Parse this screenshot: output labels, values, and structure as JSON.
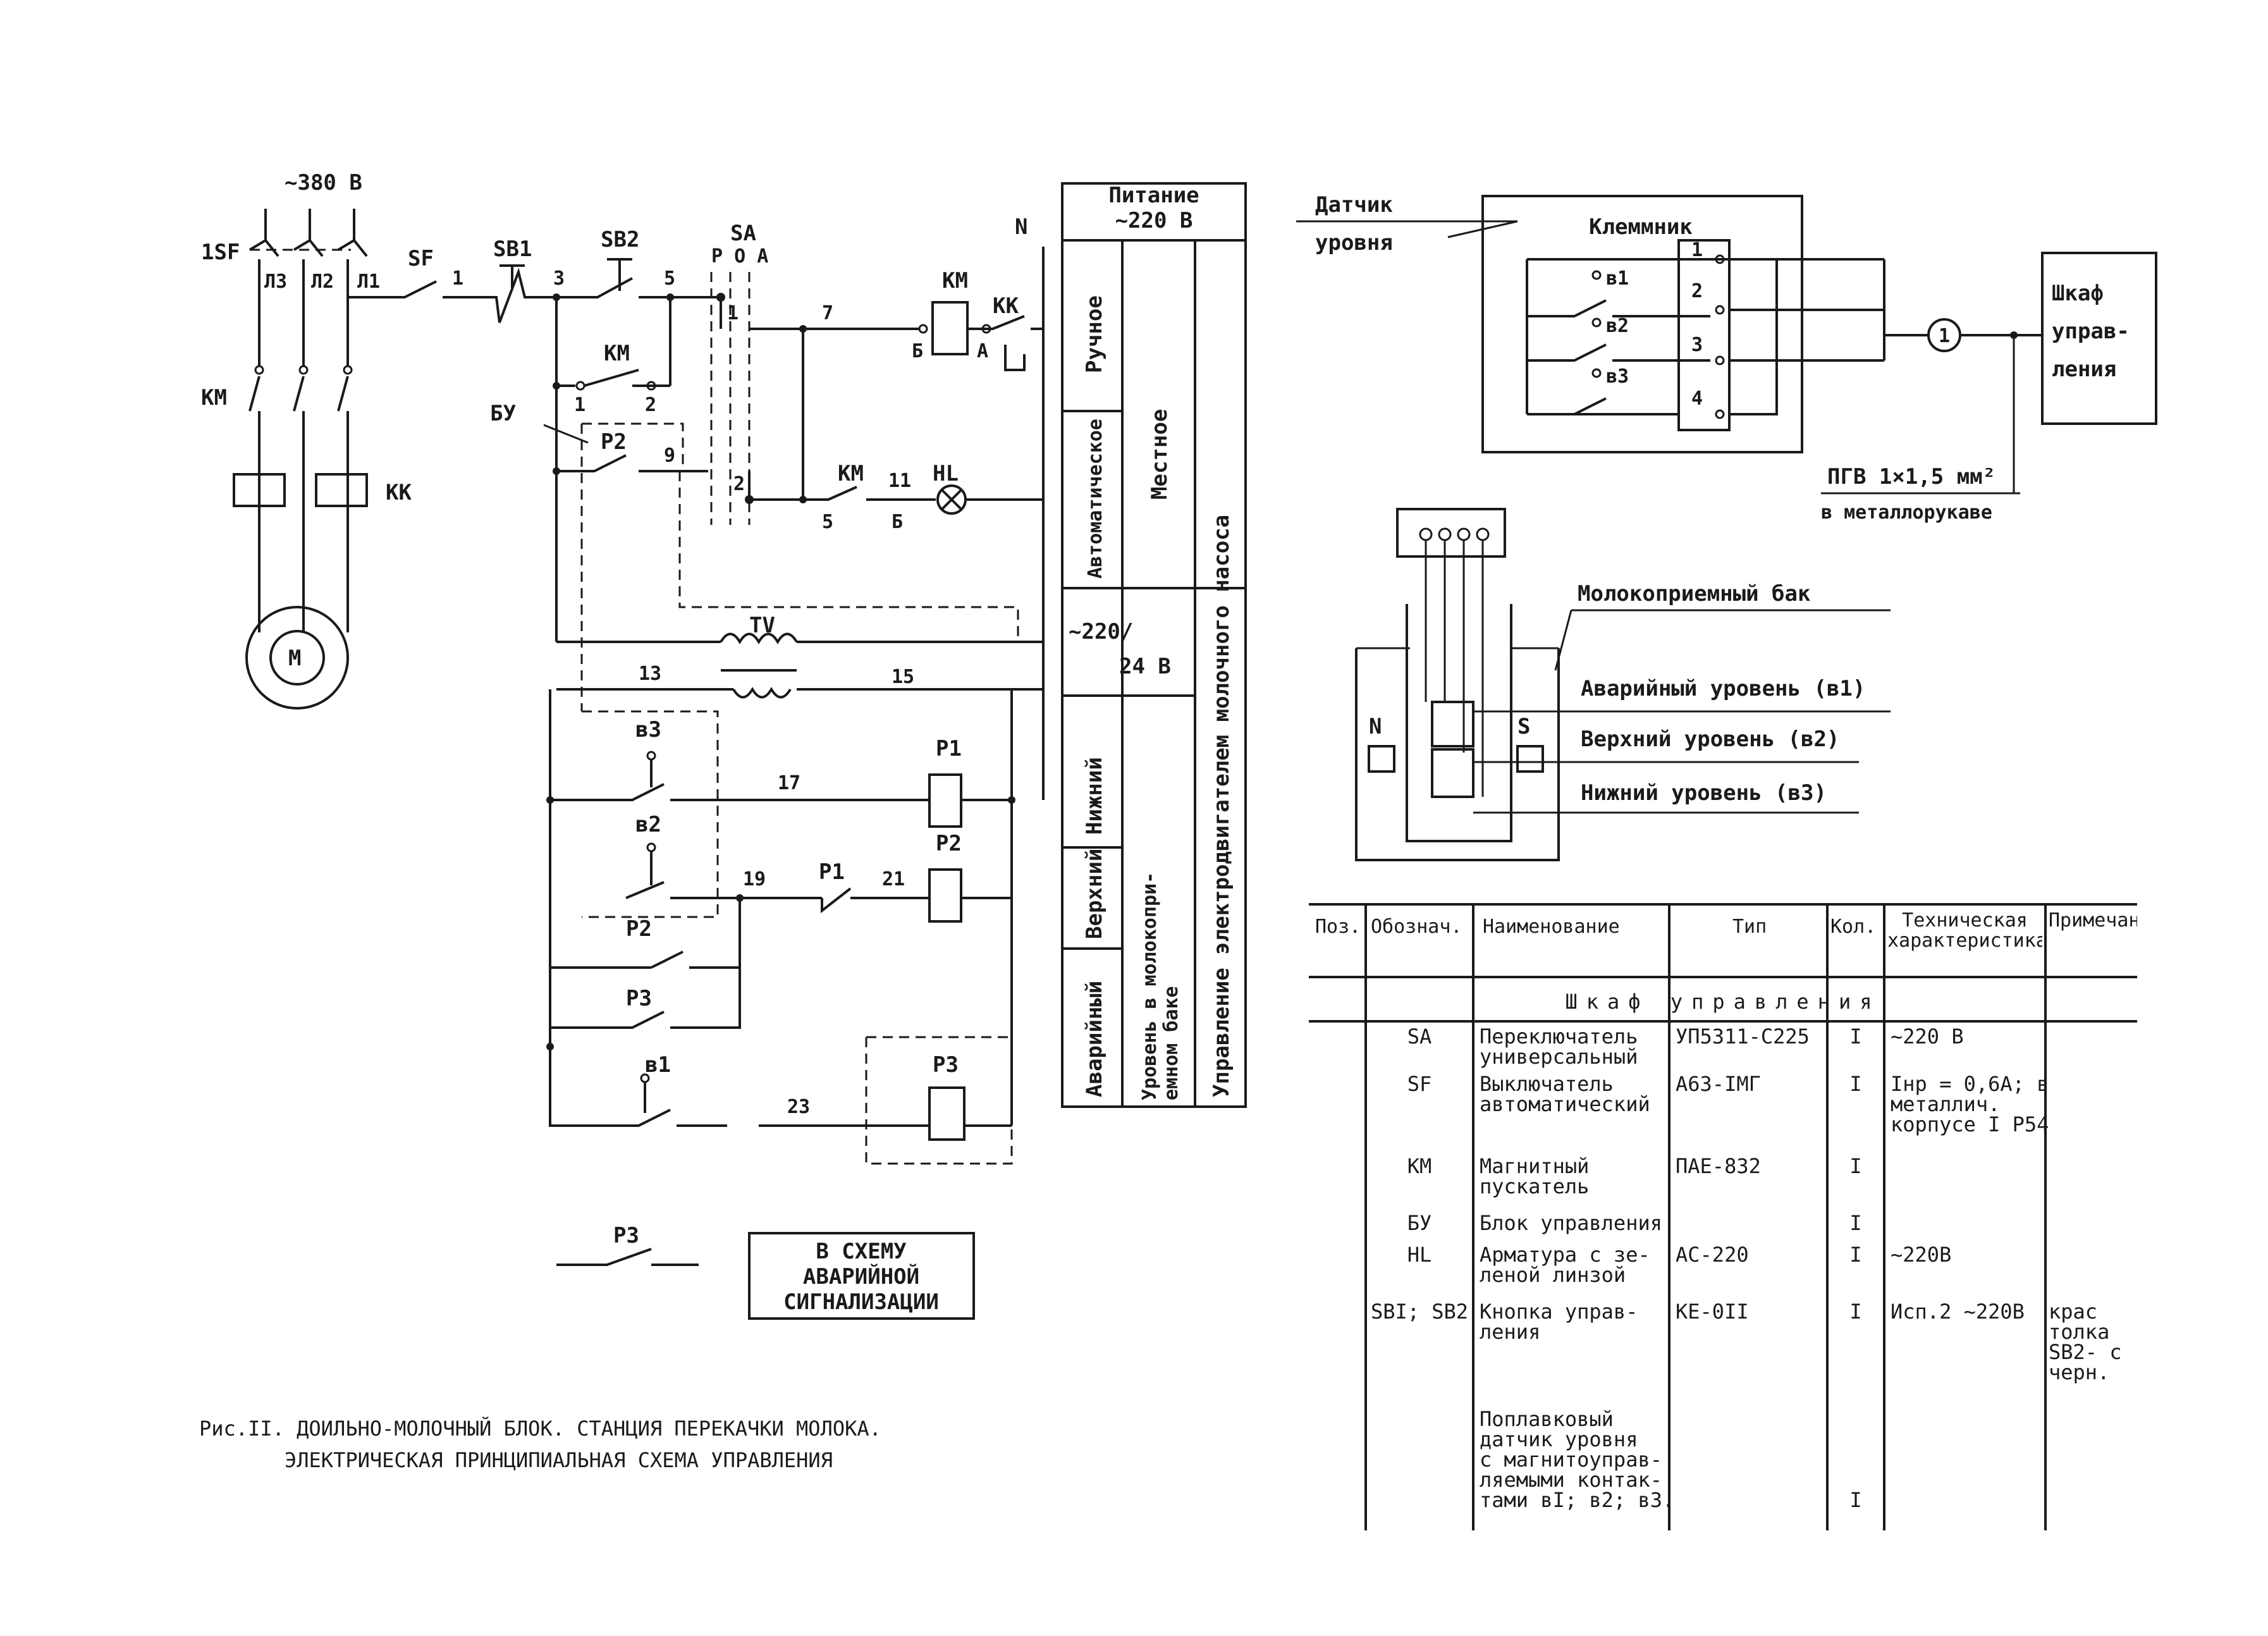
{
  "power": {
    "voltage": "~380 В"
  },
  "labels": {
    "sf1": "1SF",
    "l3": "Л3",
    "l2": "Л2",
    "l1": "Л1",
    "km_main": "КМ",
    "kk_main": "КК",
    "motor": "М",
    "sf": "SF",
    "sb1": "SB1",
    "sb2": "SB2",
    "sa": "SA",
    "sa_pos": "Р О А",
    "n": "N",
    "bu": "БУ",
    "tv": "TV",
    "n1": "1",
    "n3": "3",
    "n5": "5",
    "n7": "7",
    "n9": "9",
    "n11": "11",
    "n13": "13",
    "n15": "15",
    "n17": "17",
    "n19": "19",
    "n21": "21",
    "n23": "23",
    "sa1": "1",
    "sa2": "2",
    "km_c1": "1",
    "km_c2": "2",
    "km_contact": "КМ",
    "km_coil": "КМ",
    "kk_contact": "КК",
    "b_left": "Б",
    "a_mark": "А",
    "hl": "HL",
    "km_hl": "КМ",
    "n5_lamp": "5",
    "b_lamp": "Б",
    "p2_bu": "Р2",
    "b3": "в3",
    "b2": "в2",
    "b1": "в1",
    "p1_coil": "Р1",
    "p2_coil": "Р2",
    "p3_coil": "Р3",
    "p1_contact": "Р1",
    "p2_contact": "Р2",
    "p3_contact": "Р3",
    "p3_alarm": "Р3",
    "alarm_box": [
      "В СХЕМУ",
      "АВАРИЙНОЙ",
      "СИГНАЛИЗАЦИИ"
    ]
  },
  "modes": {
    "supply": [
      "Питание",
      "~220 В"
    ],
    "manual": "Ручное",
    "local": "Местное",
    "automatic": "Автоматическое",
    "transformer": [
      "~220/",
      "24 В"
    ],
    "lower": "Нижний",
    "upper": "Верхний",
    "emergency": "Аварийный",
    "level_group": [
      "Уровень в молокопри-",
      "емном баке"
    ],
    "motor_control": "Управление электродвигателем молочного насоса"
  },
  "sensor": {
    "title": [
      "Датчик",
      "уровня"
    ],
    "terminal_block": "Клеммник",
    "terminals": [
      "1",
      "2",
      "3",
      "4"
    ],
    "contacts": [
      "в1",
      "в2",
      "в3"
    ],
    "cable_no": "1",
    "cabinet": [
      "Шкаф",
      "управ-",
      "ления"
    ],
    "cable": "ПГВ 1×1,5 мм²",
    "cable_note": "в металлорукаве",
    "tank": "Молокоприемный бак",
    "levels": [
      "Аварийный уровень (в1)",
      "Верхний уровень (в2)",
      "Нижний уровень (в3)"
    ],
    "n_pole": "N",
    "s_pole": "S"
  },
  "table": {
    "headers": [
      "Поз.",
      "Обознач.",
      "Наименование",
      "Тип",
      "Кол.",
      "Техническая характеристика",
      "Примечание"
    ],
    "section": "Шкаф управления",
    "rows": [
      {
        "pos": "",
        "code": "SA",
        "name": [
          "Переключатель",
          "универсальный"
        ],
        "type": "УП5311-С225",
        "qty": "I",
        "tech": [
          "~220 В"
        ],
        "note": []
      },
      {
        "pos": "",
        "code": "SF",
        "name": [
          "Выключатель",
          "автоматический"
        ],
        "type": "А63-IМГ",
        "qty": "I",
        "tech": [
          "Iнр = 0,6А; в",
          "металлич.",
          "корпусе I Р54"
        ],
        "note": []
      },
      {
        "pos": "",
        "code": "КМ",
        "name": [
          "Магнитный",
          "пускатель"
        ],
        "type": "ПАЕ-832",
        "qty": "I",
        "tech": [],
        "note": []
      },
      {
        "pos": "",
        "code": "БУ",
        "name": [
          "Блок управления"
        ],
        "type": "",
        "qty": "I",
        "tech": [],
        "note": []
      },
      {
        "pos": "",
        "code": "HL",
        "name": [
          "Арматура с зе-",
          "леной линзой"
        ],
        "type": "АС-220",
        "qty": "I",
        "tech": [
          "~220В"
        ],
        "note": []
      },
      {
        "pos": "",
        "code": "SBI; SB2",
        "name": [
          "Кнопка управ-",
          "ления"
        ],
        "type": "КЕ-0II",
        "qty": "I",
        "tech": [
          "Исп.2 ~220В"
        ],
        "note": [
          "крас",
          "толка",
          "SB2- с",
          "черн."
        ]
      },
      {
        "pos": "",
        "code": "",
        "name": [
          "Поплавковый",
          "датчик уровня",
          "с магнитоуправ-",
          "ляемыми контак-",
          "тами вI; в2; в3."
        ],
        "type": "",
        "qty": "I",
        "tech": [],
        "note": []
      }
    ]
  },
  "caption": [
    "Рис.II. ДОИЛЬНО-МОЛОЧНЫЙ БЛОК. СТАНЦИЯ ПЕРЕКАЧКИ МОЛОКА.",
    "ЭЛЕКТРИЧЕСКАЯ ПРИНЦИПИАЛЬНАЯ СХЕМА УПРАВЛЕНИЯ"
  ]
}
